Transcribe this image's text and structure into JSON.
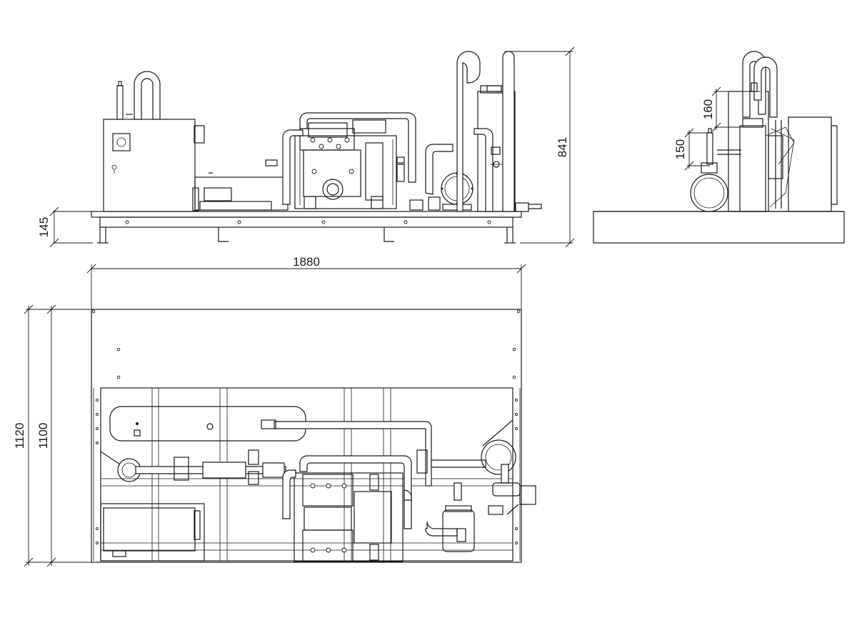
{
  "dimensions": {
    "overall_width": "1880",
    "base_height": "145",
    "overall_height": "841",
    "depth_outer": "1120",
    "depth_inner": "1100",
    "end_view_upper": "160",
    "end_view_lower": "150"
  },
  "colors": {
    "line": "#1a1a1a",
    "background": "#ffffff"
  }
}
